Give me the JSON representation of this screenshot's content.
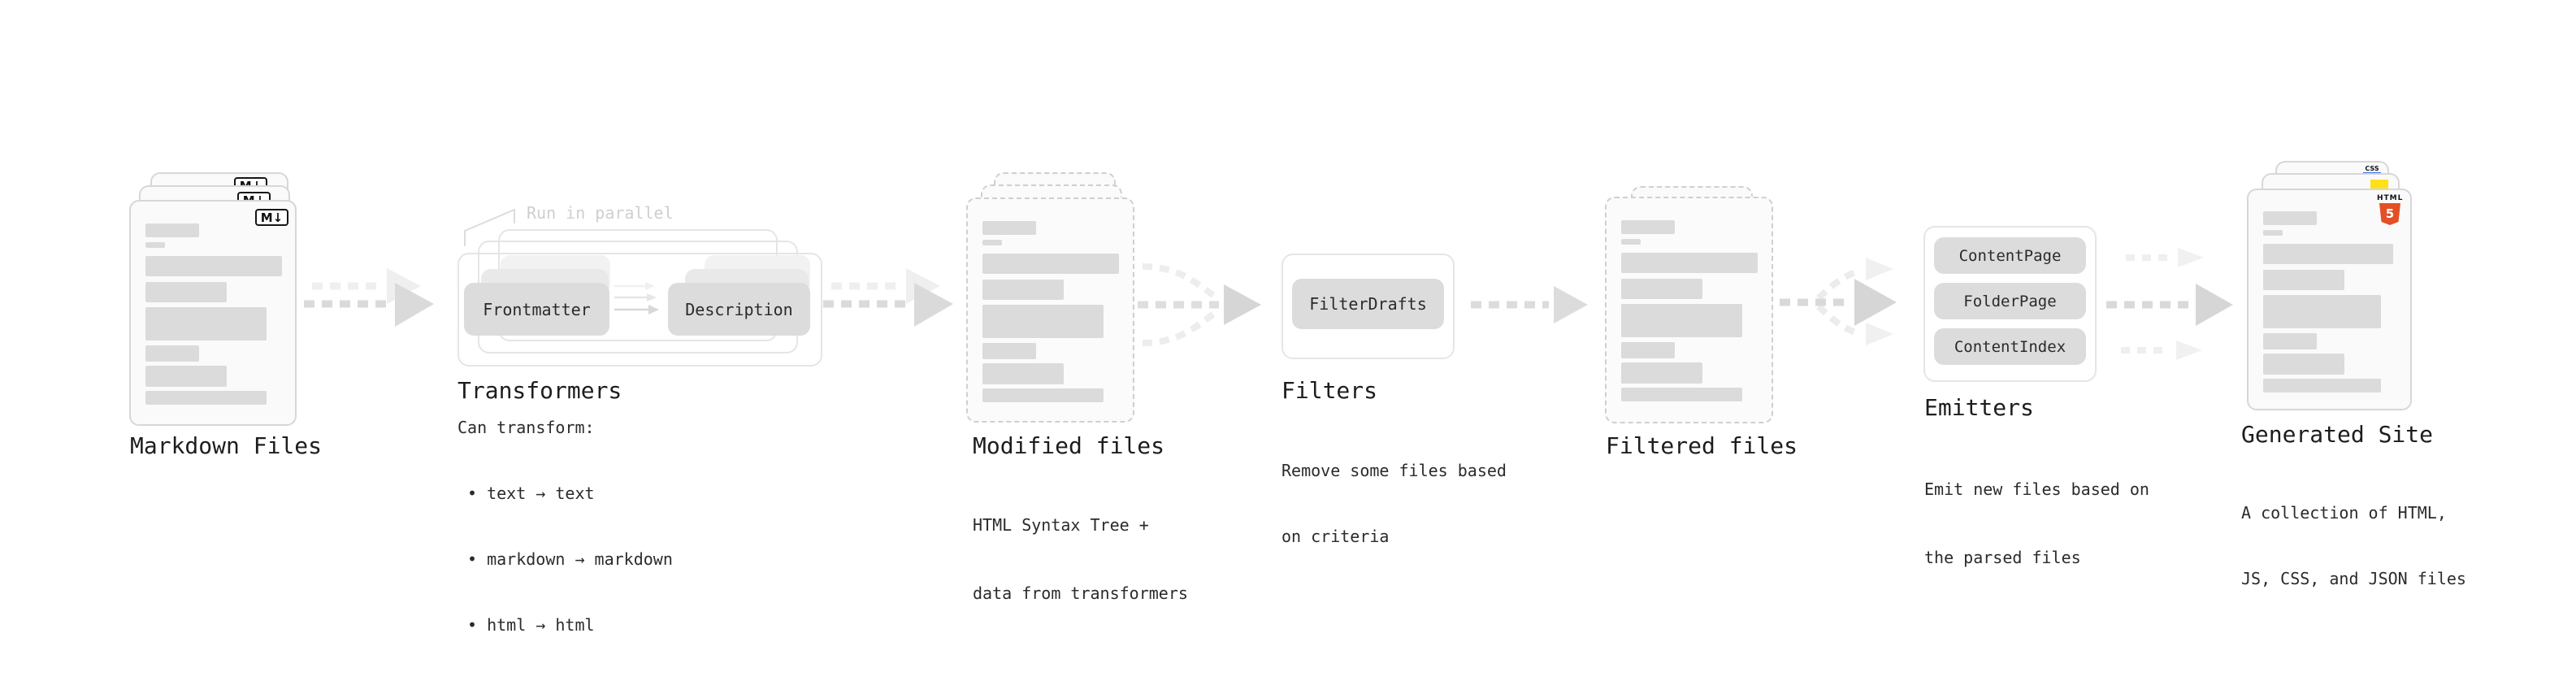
{
  "stages": {
    "markdown": {
      "title": "Markdown Files"
    },
    "transformers": {
      "title": "Transformers",
      "note": "Run in parallel",
      "pill_left": "Frontmatter",
      "pill_right": "Description",
      "desc_heading": "Can transform:",
      "bullets": [
        "text → text",
        "markdown → markdown",
        "html → html"
      ]
    },
    "modified": {
      "title": "Modified files",
      "desc_line1": "HTML Syntax Tree +",
      "desc_line2": "data from transformers"
    },
    "filters": {
      "title": "Filters",
      "pill": "FilterDrafts",
      "desc_line1": "Remove some files based",
      "desc_line2": "on criteria"
    },
    "filtered": {
      "title": "Filtered files"
    },
    "emitters": {
      "title": "Emitters",
      "pills": [
        "ContentPage",
        "FolderPage",
        "ContentIndex"
      ],
      "desc_line1": "Emit new files based on",
      "desc_line2": "the parsed files"
    },
    "generated": {
      "title": "Generated Site",
      "desc_line1": "A collection of HTML,",
      "desc_line2": "JS, CSS, and JSON files"
    }
  },
  "badges": {
    "markdown": "M↓",
    "css": "CSS",
    "html_word": "HTML",
    "html_five": "5"
  },
  "colors": {
    "html5_orange": "#e34f26",
    "js_yellow": "#ffe01a",
    "css_blue": "#2f6df6",
    "skeleton_gray": "#dbdbdb",
    "arrow_gray": "#d9d9d9",
    "arrow_light": "#efefef",
    "note_gray": "#cfcfcf"
  }
}
